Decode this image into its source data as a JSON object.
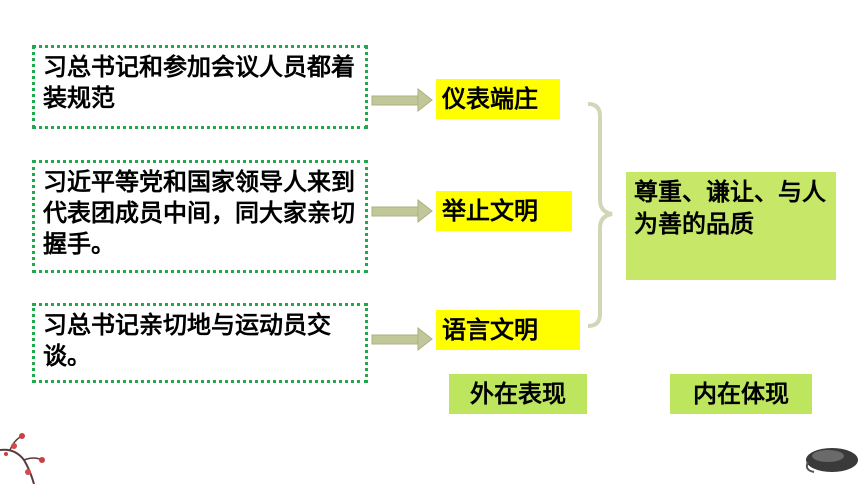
{
  "behaviors": [
    "习总书记和参加会议人员都着装规范",
    "习近平等党和国家领导人来到代表团成员中间，同大家亲切握手。",
    "习总书记亲切地与运动员交谈。"
  ],
  "manifestations": [
    "仪表端庄",
    "举止文明",
    "语言文明"
  ],
  "quality": "尊重、谦让、与人为善的品质",
  "labels": {
    "outer": "外在表现",
    "inner": "内在体现"
  },
  "colors": {
    "dotted_border": "#1faa4a",
    "highlight": "#ffff00",
    "quality_bg": "#c6e768",
    "label_bg": "#bde55e",
    "arrow": "#c2c79a",
    "brace": "#d3d6b6"
  }
}
